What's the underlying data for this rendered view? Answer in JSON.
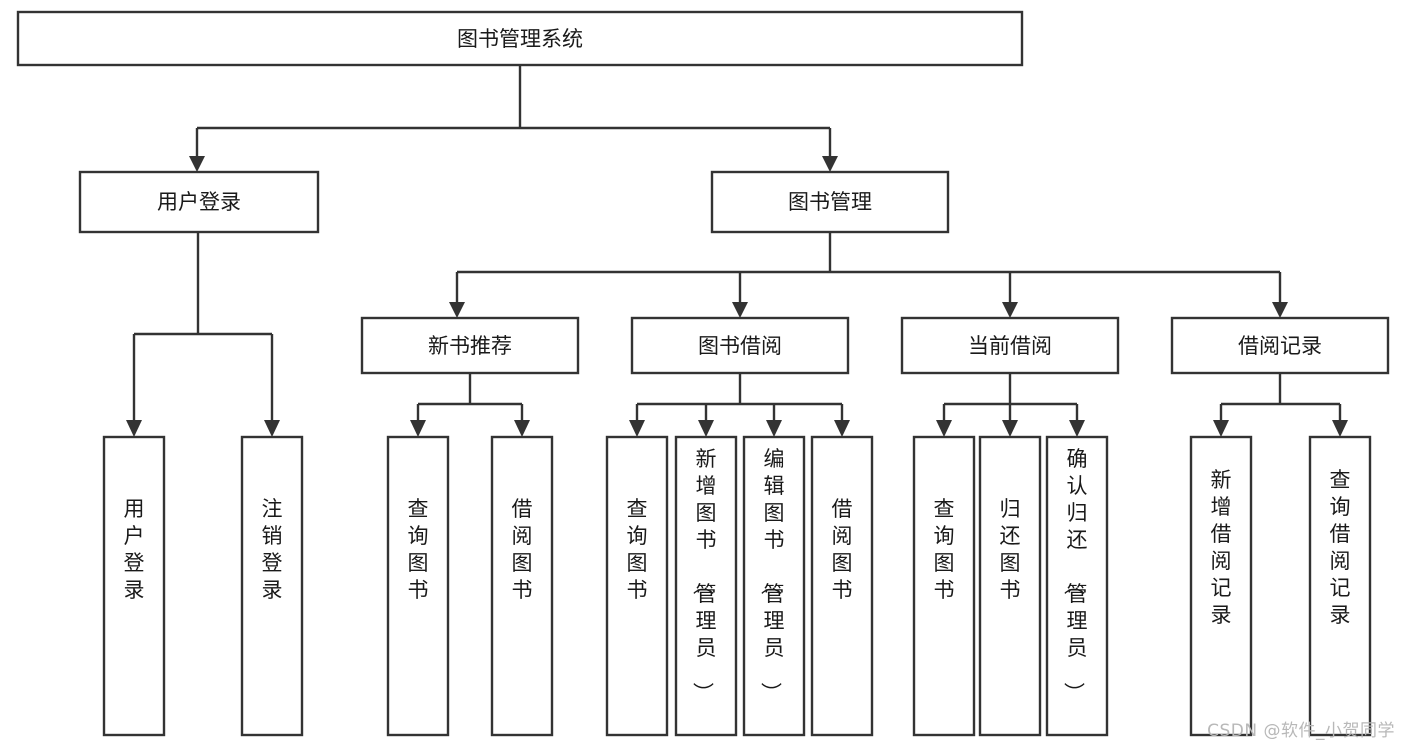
{
  "diagram": {
    "type": "hierarchy-tree",
    "title": "图书管理系统",
    "orientation": "top-down",
    "watermark": "CSDN @软件_小贺同学",
    "levels": {
      "root": "图书管理系统",
      "level2": [
        "用户登录",
        "图书管理"
      ],
      "level3": [
        "新书推荐",
        "图书借阅",
        "当前借阅",
        "借阅记录"
      ]
    },
    "nodes": {
      "root": {
        "label": "图书管理系统"
      },
      "user_login": {
        "label": "用户登录"
      },
      "book_manage": {
        "label": "图书管理"
      },
      "new_book_rec": {
        "label": "新书推荐"
      },
      "book_borrow": {
        "label": "图书借阅"
      },
      "current_borrow": {
        "label": "当前借阅"
      },
      "borrow_record": {
        "label": "借阅记录"
      },
      "leaf_user_login": {
        "label": "用户登录"
      },
      "leaf_user_logout": {
        "label": "注销登录"
      },
      "leaf_query_book_1": {
        "label": "查询图书"
      },
      "leaf_borrow_book_1": {
        "label": "借阅图书"
      },
      "leaf_query_book_2": {
        "label": "查询图书"
      },
      "leaf_add_book": {
        "label": "新增图书（管理员）"
      },
      "leaf_edit_book": {
        "label": "编辑图书（管理员）"
      },
      "leaf_borrow_book_2": {
        "label": "借阅图书"
      },
      "leaf_query_book_3": {
        "label": "查询图书"
      },
      "leaf_return_book": {
        "label": "归还图书"
      },
      "leaf_confirm_return": {
        "label": "确认归还（管理员）"
      },
      "leaf_add_record": {
        "label": "新增借阅记录"
      },
      "leaf_query_record": {
        "label": "查询借阅记录"
      }
    },
    "colors": {
      "stroke": "#333333",
      "fill": "#ffffff",
      "text": "#1a1a1a",
      "watermark": "#b8b8b8"
    }
  }
}
